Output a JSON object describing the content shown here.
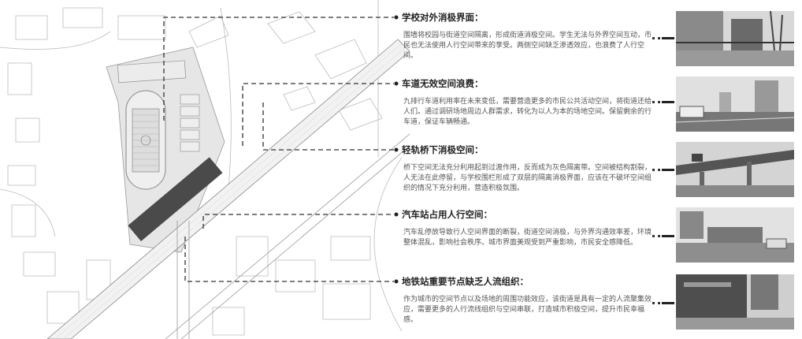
{
  "issues": [
    {
      "title": "学校对外消极界面：",
      "text": "围墙将校园与街道空间隔离，形成街道消极空间。学生无法与外界空间互动，市民也无法使用人行空间带来的享受。两侧空间缺乏渗透效应，也浪费了人行空间。",
      "photo": "school-wall-street-photo"
    },
    {
      "title": "车道无效空间浪费：",
      "text": "九排行车道利用率在未来变低，需要营造更多的市民公共活动空间，将街道还给人们。通过调研场地周边人群需求，转化为以人为本的场地空间。保留剩余的行车道，保证车辆畅通。",
      "photo": "wide-roadway-photo"
    },
    {
      "title": "轻轨桥下消极空间：",
      "text": "桥下空间无法充分利用起到过渡作用，反而成为灰色隔离带。空间被结构割裂，人无法在此停留，与学校围栏形成了双层的隔离消极界面，应该在不破坏空间组织的情况下充分利用，营造积极氛围。",
      "photo": "light-rail-bridge-photo"
    },
    {
      "title": "汽车站占用人行空间：",
      "text": "汽车乱停放导致行人空间界面的断裂，街道空间消极，与外界沟通效率差，环境整体混乱，影响社会秩序。城市界面美观受到严重影响，市民安全感降低。",
      "photo": "bus-station-photo"
    },
    {
      "title": "地铁站重要节点缺乏人流组织：",
      "text": "作为城市的空间节点以及场地的周围功能效应，该街道是具有一定的人流聚集效应，需要更多的人行流线组织与空间串联，打造城市积极空间，提升市民幸福感。",
      "photo": "metro-station-photo"
    }
  ],
  "colors": {
    "station": "#4a4a4a",
    "site": "#e6e6e6",
    "leader": "#333333"
  }
}
